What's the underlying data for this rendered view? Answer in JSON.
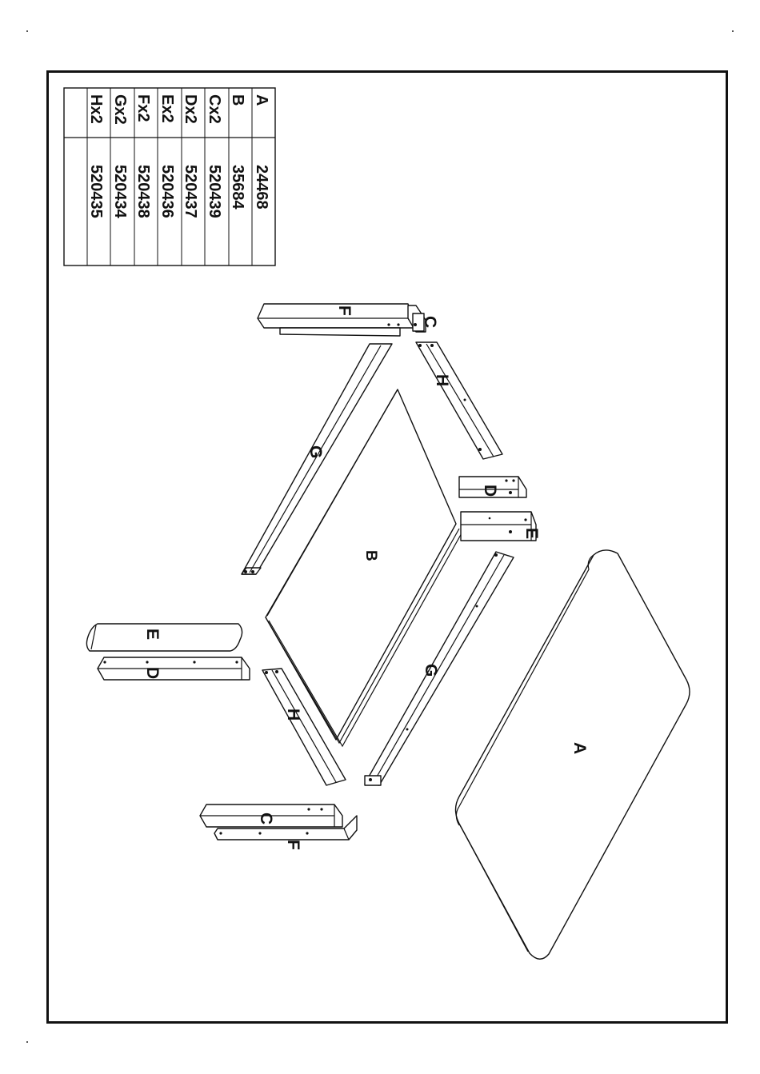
{
  "parts_table": {
    "rows": [
      {
        "code": "A",
        "number": "24468"
      },
      {
        "code": "B",
        "number": "35684"
      },
      {
        "code": "Cx2",
        "number": "520439"
      },
      {
        "code": "Dx2",
        "number": "520437"
      },
      {
        "code": "Ex2",
        "number": "520436"
      },
      {
        "code": "Fx2",
        "number": "520438"
      },
      {
        "code": "Gx2",
        "number": "520434"
      },
      {
        "code": "Hx2",
        "number": "520435"
      }
    ]
  },
  "diagram_labels": {
    "top_panel": "A",
    "frame_panel": "B",
    "rail_c_top": "C",
    "rail_c_bottom": "C",
    "rail_d_right": "D",
    "rail_d_left": "D",
    "rail_e_right": "E",
    "rail_e_left": "E",
    "rail_f_top": "F",
    "rail_f_bottom": "F",
    "rail_g_top": "G",
    "rail_g_bottom": "G",
    "rail_h_top": "H",
    "rail_h_bottom": "H"
  }
}
